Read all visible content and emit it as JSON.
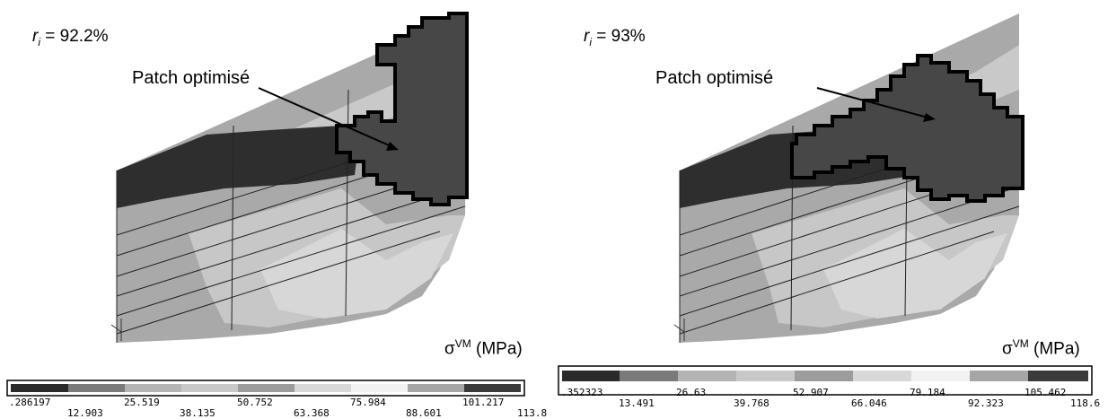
{
  "panels": [
    {
      "ratio_value": "= 92.2%",
      "patch_label": "Patch optimisé",
      "units_label": "(MPa)",
      "legend_ticks_top": [
        ".286197",
        "25.519",
        "50.752",
        "75.984",
        "101.217"
      ],
      "legend_ticks_bottom": [
        "12.903",
        "38.135",
        "63.368",
        "88.601",
        "113.8"
      ]
    },
    {
      "ratio_value": "= 93%",
      "patch_label": "Patch optimisé",
      "units_label": "(MPa)",
      "legend_ticks_top": [
        ".352323",
        "26.63",
        "52.907",
        "79.184",
        "105.462"
      ],
      "legend_ticks_bottom": [
        "13.491",
        "39.768",
        "66.046",
        "92.323",
        "118.6"
      ]
    }
  ],
  "ratio_symbol": "r",
  "ratio_subscript": "i",
  "sigma_symbol": "σ",
  "sigma_superscript": "VM",
  "legend_colors": [
    "#2a2a2a",
    "#7a7a7a",
    "#b4b4b4",
    "#c8c8c8",
    "#9c9c9c",
    "#d8d8d8",
    "#f2f2f2",
    "#a6a6a6",
    "#3a3a3a"
  ]
}
